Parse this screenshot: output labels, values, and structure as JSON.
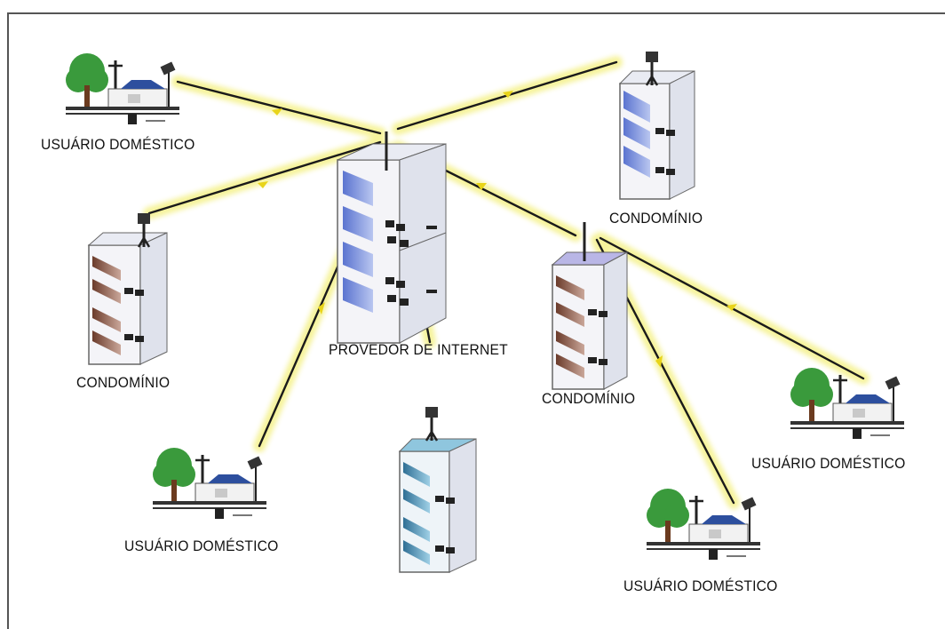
{
  "nodes": {
    "provider": {
      "label": "PROVEDOR DE INTERNET"
    },
    "home_top_left": {
      "label": "USUÁRIO DOMÉSTICO"
    },
    "condo_top_right": {
      "label": "CONDOMÍNIO"
    },
    "condo_left": {
      "label": "CONDOMÍNIO"
    },
    "condo_center_right": {
      "label": "CONDOMÍNIO"
    },
    "home_bottom_left": {
      "label": "USUÁRIO DOMÉSTICO"
    },
    "home_bottom_center_right": {
      "label": "USUÁRIO DOMÉSTICO"
    },
    "home_right": {
      "label": "USUÁRIO DOMÉSTICO"
    }
  },
  "colors": {
    "link_glow": "#f3ef7a",
    "link_line": "#1a1a1a",
    "building_glass": "#6f86d6",
    "building_frame": "#555555",
    "tree": "#3a9a3c",
    "roof": "#2d4f9e"
  }
}
